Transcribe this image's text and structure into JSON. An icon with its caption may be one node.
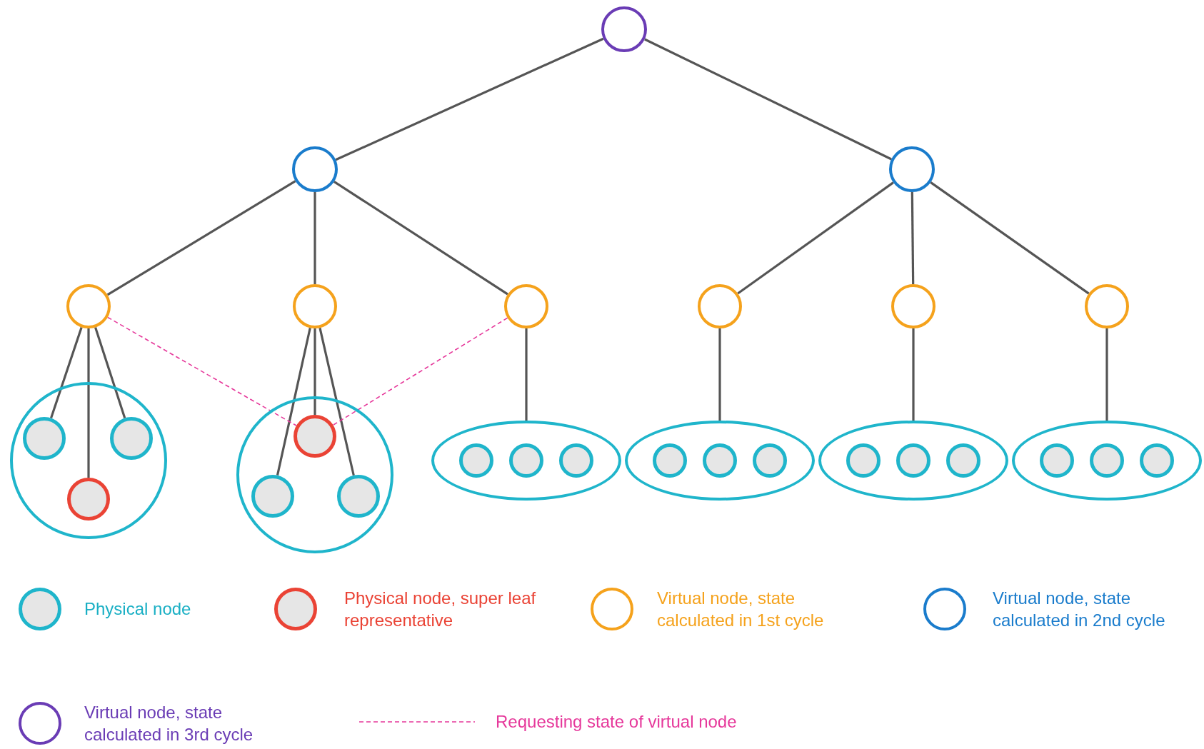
{
  "diagram": {
    "nodes": [
      {
        "text": [],
        "shape": "circle"
      },
      {
        "text": [],
        "shape": "circle"
      },
      {
        "text": [],
        "shape": "circle"
      },
      {
        "text": [],
        "shape": "circle"
      },
      {
        "text": [],
        "shape": "circle"
      },
      {
        "text": [],
        "shape": "circle"
      },
      {
        "text": [],
        "shape": "circle"
      },
      {
        "text": [],
        "shape": "circle"
      },
      {
        "text": [],
        "shape": "circle"
      },
      {
        "text": [],
        "shape": "circle"
      },
      {
        "text": [],
        "shape": "circle",
        "in": 9
      },
      {
        "text": [],
        "shape": "circle",
        "in": 9
      },
      {
        "text": [],
        "shape": "circle",
        "in": 9
      },
      {
        "text": [],
        "shape": "circle"
      },
      {
        "text": [],
        "shape": "circle",
        "in": 13
      },
      {
        "text": [],
        "shape": "circle",
        "in": 13
      },
      {
        "text": [],
        "shape": "circle",
        "in": 13
      },
      {
        "text": [],
        "shape": "ellipse"
      },
      {
        "text": [],
        "shape": "circle",
        "in": 17
      },
      {
        "text": [],
        "shape": "circle",
        "in": 17
      },
      {
        "text": [],
        "shape": "circle",
        "in": 17
      },
      {
        "text": [],
        "shape": "ellipse"
      },
      {
        "text": [],
        "shape": "circle",
        "in": 21
      },
      {
        "text": [],
        "shape": "circle",
        "in": 21
      },
      {
        "text": [],
        "shape": "circle",
        "in": 21
      },
      {
        "text": [],
        "shape": "ellipse"
      },
      {
        "text": [],
        "shape": "circle",
        "in": 25
      },
      {
        "text": [],
        "shape": "circle",
        "in": 25
      },
      {
        "text": [],
        "shape": "circle",
        "in": 25
      },
      {
        "text": [],
        "shape": "ellipse"
      },
      {
        "text": [],
        "shape": "circle",
        "in": 29
      },
      {
        "text": [],
        "shape": "circle",
        "in": 29
      },
      {
        "text": [],
        "shape": "circle",
        "in": 29
      }
    ],
    "edges": [
      {
        "from": 0,
        "to": 1,
        "arrow": "none"
      },
      {
        "from": 0,
        "to": 2,
        "arrow": "none"
      },
      {
        "from": 1,
        "to": 3,
        "arrow": "none"
      },
      {
        "from": 1,
        "to": 4,
        "arrow": "none"
      },
      {
        "from": 1,
        "to": 5,
        "arrow": "none"
      },
      {
        "from": 2,
        "to": 6,
        "arrow": "none"
      },
      {
        "from": 2,
        "to": 7,
        "arrow": "none"
      },
      {
        "from": 2,
        "to": 8,
        "arrow": "none"
      },
      {
        "from": 3,
        "to": 10,
        "arrow": "none"
      },
      {
        "from": 3,
        "to": 12,
        "arrow": "none"
      },
      {
        "from": 3,
        "to": 11,
        "arrow": "none"
      },
      {
        "from": 4,
        "to": 15,
        "arrow": "none"
      },
      {
        "from": 4,
        "to": 14,
        "arrow": "none"
      },
      {
        "from": 4,
        "to": 16,
        "arrow": "none"
      },
      {
        "from": 5,
        "to": 17,
        "arrow": "none"
      },
      {
        "from": 6,
        "to": 21,
        "arrow": "none"
      },
      {
        "from": 7,
        "to": 25,
        "arrow": "none"
      },
      {
        "from": 8,
        "to": 29,
        "arrow": "none"
      },
      {
        "from": 3,
        "to": 14,
        "arrow": "none",
        "style": "dashed",
        "color": "#e6399b"
      },
      {
        "from": 5,
        "to": 14,
        "arrow": "none",
        "style": "dashed",
        "color": "#e6399b"
      }
    ],
    "legend": [
      {
        "text": "Physical node"
      },
      {
        "text": "Physical node, super leaf representative"
      },
      {
        "text": "Virtual node, state calculated in 1st cycle"
      },
      {
        "text": "Virtual node, state calculated in 2nd cycle"
      },
      {
        "text": "Virtual node, state calculated in 3rd cycle"
      },
      {
        "text": "Requesting state of virtual node"
      }
    ]
  }
}
